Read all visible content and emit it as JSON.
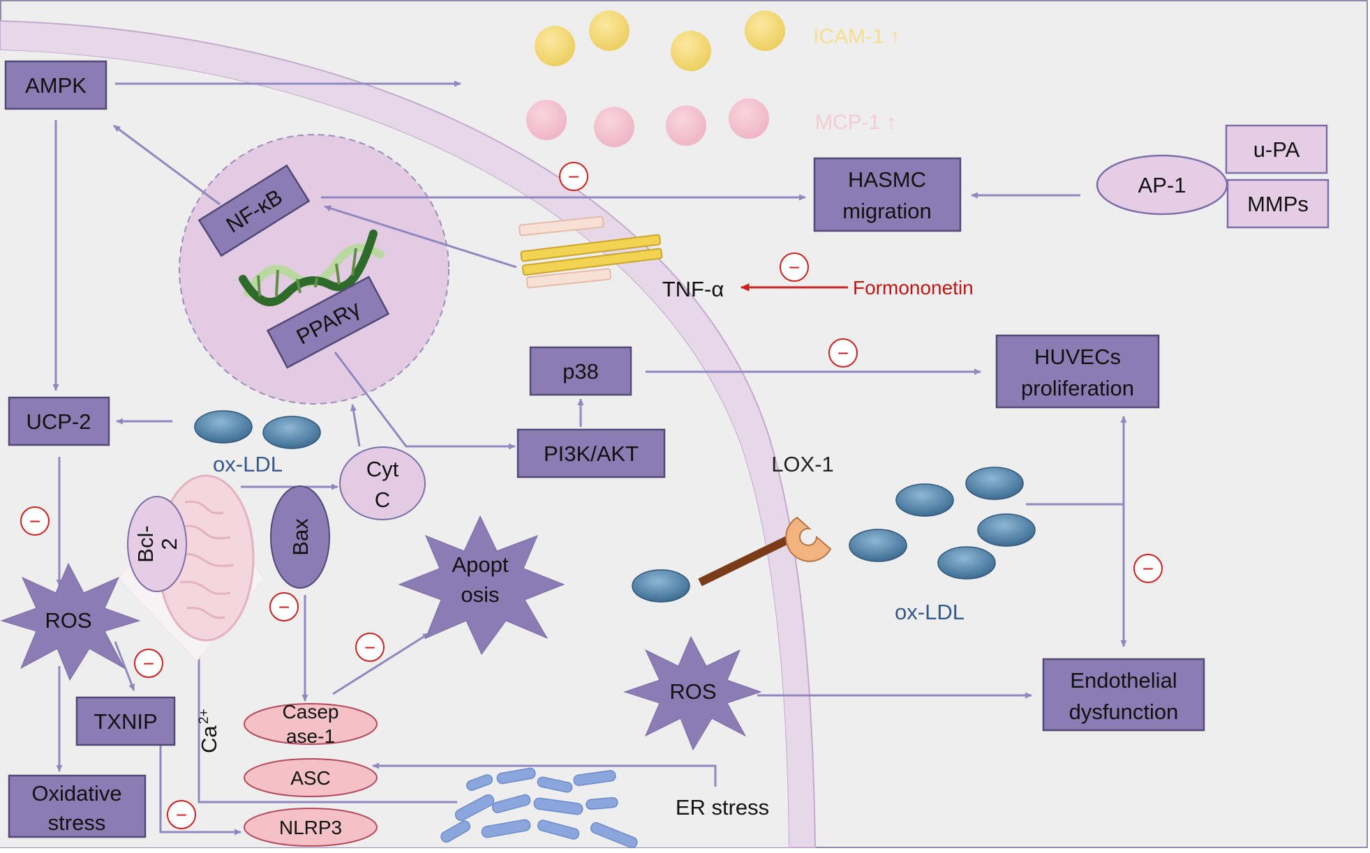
{
  "colors": {
    "background": "#eeeeee",
    "frame": "#8c8ba8",
    "membrane_fill": "#e6d8e8",
    "membrane_stroke": "#c3a9cc",
    "box_fill": "#8b7db3",
    "box_stroke": "#524878",
    "arrow": "#9187bf",
    "inhibit": "#cc1f1f",
    "yellow": "#f2d772",
    "pink": "#f3c4cf",
    "lipid": "#5d8fb3",
    "lipid_label": "#35598a",
    "nucleus_fill": "#e3cce3",
    "ellipse_light": "#e6cde6",
    "pink_ellipse": "#f4c2c6",
    "mito": "#f4d6dd",
    "er": "#8aa6dc",
    "receptor": "#f2b37f",
    "receptor_stalk": "#7a3b19"
  },
  "boxes": {
    "ampk": "AMPK",
    "ucp2": "UCP-2",
    "txnip": "TXNIP",
    "oxidative_line1": "Oxidative",
    "oxidative_line2": "stress",
    "hasmc_line1": "HASMC",
    "hasmc_line2": "migration",
    "upa": "u-PA",
    "mmps": "MMPs",
    "p38": "p38",
    "pi3k": "PI3K/AKT",
    "huvec_line1": "HUVECs",
    "huvec_line2": "proliferation",
    "endo_line1": "Endothelial",
    "endo_line2": "dysfunction",
    "nfkb": "NF-κB",
    "ppar": "PPARγ"
  },
  "ovals": {
    "ap1": "AP-1",
    "cytc_line1": "Cyt",
    "cytc_line2": "C",
    "bcl2_line1": "Bcl-",
    "bcl2_line2": "2",
    "bax": "Bax",
    "caspase_line1": "Casep",
    "caspase_line2": "ase-1",
    "asc": "ASC",
    "nlrp3": "NLRP3"
  },
  "stars": {
    "ros_left": "ROS",
    "ros_right": "ROS",
    "apoptosis_line1": "Apopt",
    "apoptosis_line2": "osis"
  },
  "labels": {
    "icam": "ICAM-1 ↑",
    "mcp": "MCP-1 ↑",
    "tnf": "TNF-α",
    "formononetin": "Formononetin",
    "lox1": "LOX-1",
    "oxldl_left": "ox-LDL",
    "oxldl_right": "ox-LDL",
    "er_stress": "ER stress",
    "ca": "Ca",
    "ca_sup": "2+"
  },
  "inhibit_symbol": "−",
  "icons": {
    "dna": "dna-helix-icon",
    "mitochondrion": "mitochondrion-icon",
    "er": "endoplasmic-reticulum-icon",
    "receptor": "lox1-receptor-icon",
    "tnf_receptor": "tnf-receptor-icon"
  }
}
